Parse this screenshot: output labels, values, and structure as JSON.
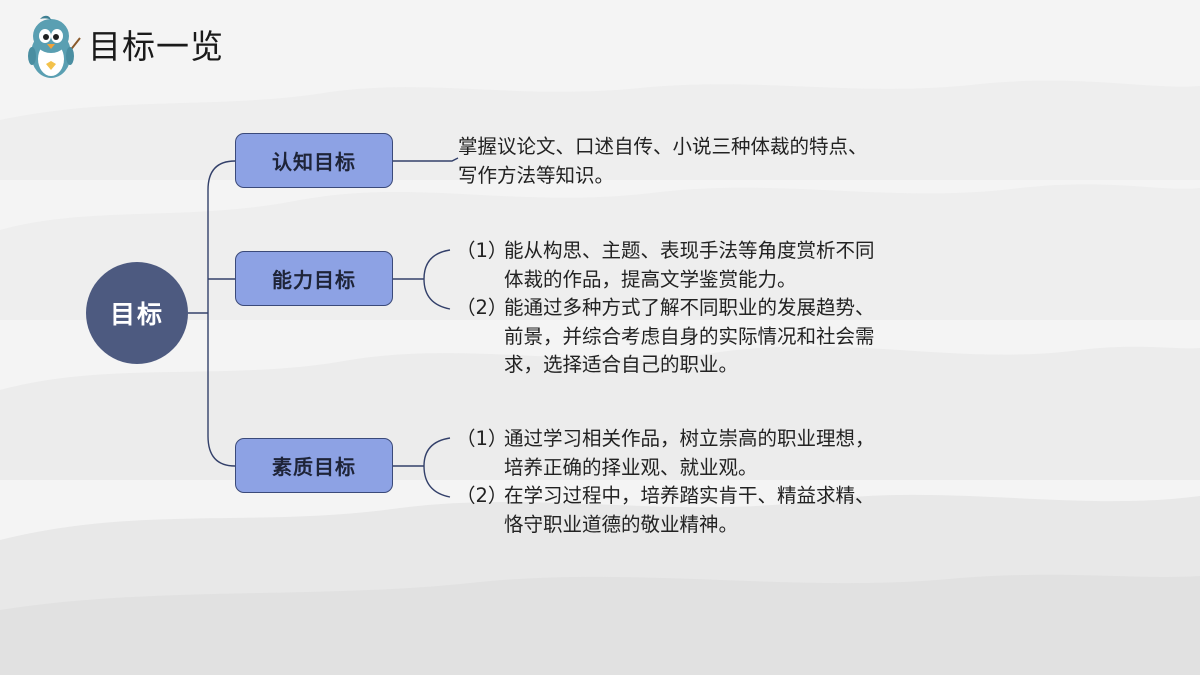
{
  "header": {
    "title": "目标一览"
  },
  "root": {
    "label": "目标"
  },
  "branches": [
    {
      "label": "认知目标",
      "lines": [
        "掌握议论文、口述自传、小说三种体裁的特点、",
        "写作方法等知识。"
      ]
    },
    {
      "label": "能力目标",
      "items": [
        {
          "num": "（1）",
          "lines": [
            "能从构思、主题、表现手法等角度赏析不同",
            "体裁的作品，提高文学鉴赏能力。"
          ]
        },
        {
          "num": "（2）",
          "lines": [
            "能通过多种方式了解不同职业的发展趋势、",
            "前景，并综合考虑自身的实际情况和社会需",
            "求，选择适合自己的职业。"
          ]
        }
      ]
    },
    {
      "label": "素质目标",
      "items": [
        {
          "num": "（1）",
          "lines": [
            "通过学习相关作品，树立崇高的职业理想，",
            "培养正确的择业观、就业观。"
          ]
        },
        {
          "num": "（2）",
          "lines": [
            "在学习过程中，培养踏实肯干、精益求精、",
            "恪守职业道德的敬业精神。"
          ]
        }
      ]
    }
  ],
  "colors": {
    "root_fill": "#4d5a80",
    "branch_fill": "#8da2e4",
    "branch_border": "#3b4a7a",
    "connector": "#33406a"
  }
}
